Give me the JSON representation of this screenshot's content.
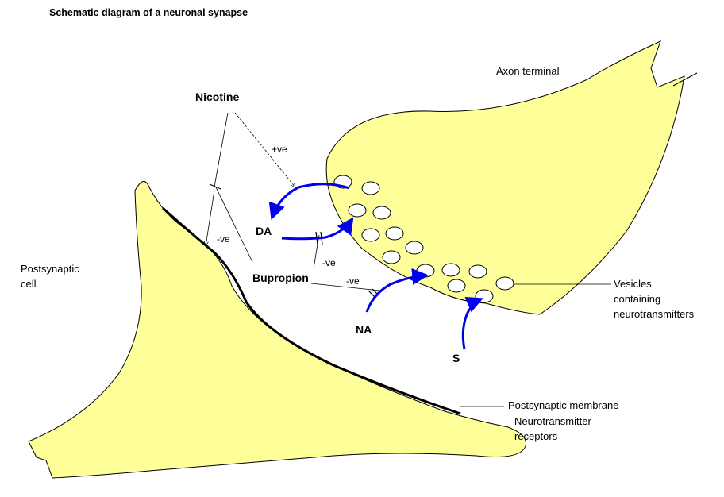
{
  "title": "Schematic diagram of a neuronal synapse",
  "labels": {
    "axon_terminal": "Axon terminal",
    "postsynaptic_cell_line1": "Postsynaptic",
    "postsynaptic_cell_line2": "cell",
    "vesicles_line1": "Vesicles",
    "vesicles_line2": "containing",
    "vesicles_line3": "neurotransmitters",
    "postsynaptic_membrane": "Postsynaptic membrane",
    "receptors_line1": "Neurotransmitter",
    "receptors_line2": "receptors"
  },
  "drugs": {
    "nicotine": "Nicotine",
    "bupropion": "Bupropion"
  },
  "neurotransmitters": {
    "dopamine": "DA",
    "noradrenaline": "NA",
    "serotonin": "S"
  },
  "effects": {
    "nicotine_on_da_release": "+ve",
    "nicotine_on_reuptake": "-ve",
    "bupropion_on_da_reuptake": "-ve",
    "bupropion_on_na_reuptake": "-ve"
  },
  "colors": {
    "cell_fill": "#ffff99",
    "cell_outline": "#000000",
    "vesicle_fill": "#ffffff",
    "transport_arrow": "#0000ee",
    "effect_line": "#000000",
    "background": "#ffffff"
  }
}
